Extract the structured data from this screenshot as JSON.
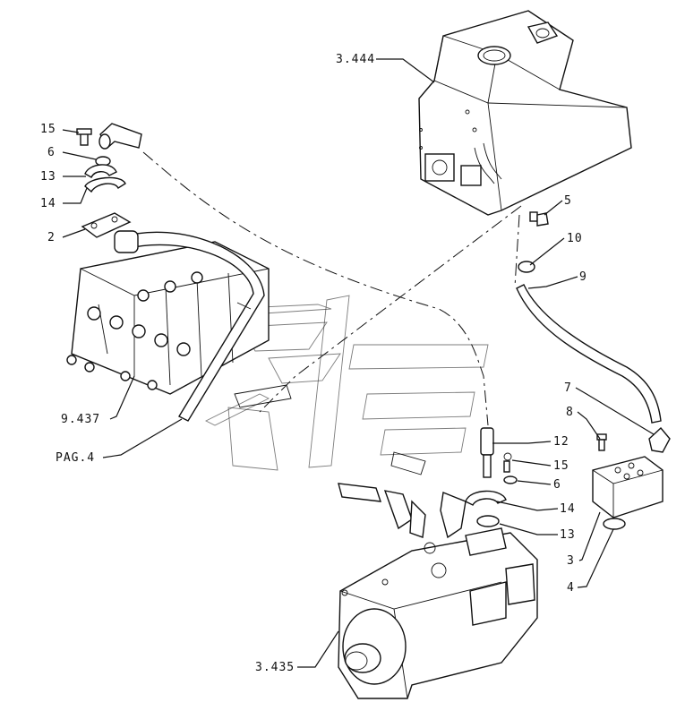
{
  "callouts": [
    {
      "id": "c-3444",
      "text": "3.444"
    },
    {
      "id": "c-15a",
      "text": "15"
    },
    {
      "id": "c-6a",
      "text": "6"
    },
    {
      "id": "c-13a",
      "text": "13"
    },
    {
      "id": "c-14a",
      "text": "14"
    },
    {
      "id": "c-2",
      "text": "2"
    },
    {
      "id": "c-5",
      "text": "5"
    },
    {
      "id": "c-10",
      "text": "10"
    },
    {
      "id": "c-9",
      "text": "9"
    },
    {
      "id": "c-7",
      "text": "7"
    },
    {
      "id": "c-8",
      "text": "8"
    },
    {
      "id": "c-9437",
      "text": "9.437"
    },
    {
      "id": "c-pag4",
      "text": "PAG.4"
    },
    {
      "id": "c-12",
      "text": "12"
    },
    {
      "id": "c-15b",
      "text": "15"
    },
    {
      "id": "c-6b",
      "text": "6"
    },
    {
      "id": "c-14b",
      "text": "14"
    },
    {
      "id": "c-13b",
      "text": "13"
    },
    {
      "id": "c-3",
      "text": "3"
    },
    {
      "id": "c-4",
      "text": "4"
    },
    {
      "id": "c-3435",
      "text": "3.435"
    }
  ]
}
